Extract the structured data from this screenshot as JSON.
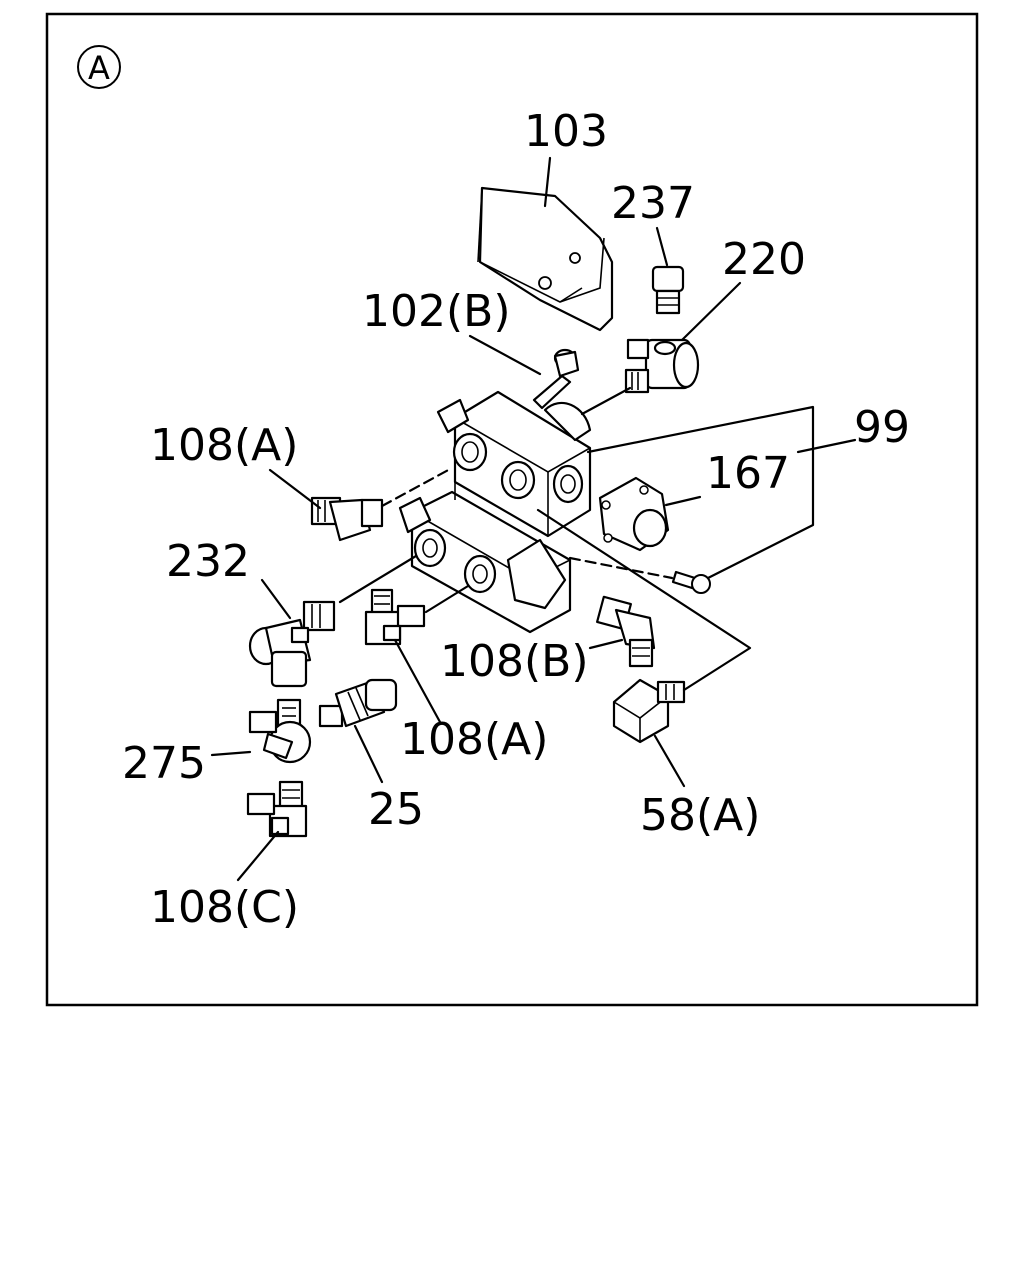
{
  "view_marker": "A",
  "callouts": {
    "c103": "103",
    "c237": "237",
    "c220": "220",
    "c102b": "102(B)",
    "c108a_top": "108(A)",
    "c99": "99",
    "c167": "167",
    "c232": "232",
    "c108b": "108(B)",
    "c108a_mid": "108(A)",
    "c275": "275",
    "c25": "25",
    "c58a": "58(A)",
    "c108c": "108(C)"
  }
}
